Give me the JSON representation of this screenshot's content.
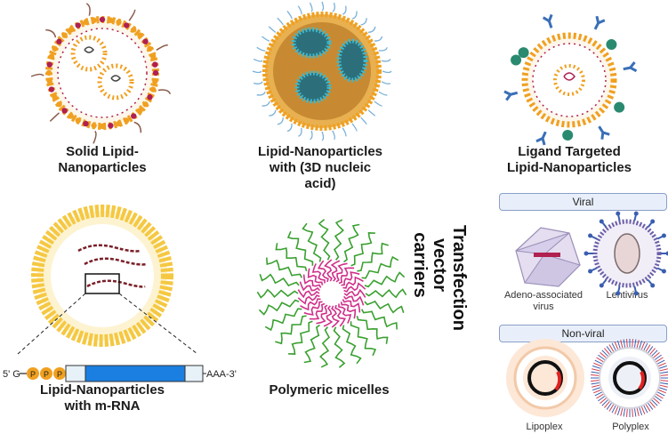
{
  "captions": {
    "solid_lnp": "Solid Lipid-\nNanoparticles",
    "lnp_3d": "Lipid-Nanoparticles\nwith (3D nucleic\nacid)",
    "ligand_lnp": "Ligand Targeted\nLipid-Nanoparticles",
    "lnp_mrna": "Lipid-Nanoparticles\nwith m-RNA",
    "micelles": "Polymeric micelles"
  },
  "transfection_title": "Transfection\nvector carriers",
  "viral": {
    "header": "Viral",
    "items": [
      "Adeno-associated\nvirus",
      "Lentivirus"
    ]
  },
  "non_viral": {
    "header": "Non-viral",
    "items": [
      "Lipoplex",
      "Polyplex"
    ]
  },
  "mrna_construct": {
    "five_prime": "5' G",
    "cap": [
      "P",
      "P",
      "P"
    ],
    "three_prime": "AAA-3'"
  },
  "colors": {
    "lipid_head": "#f0a020",
    "lipid_head_alt": "#b02050",
    "shell": "#f5c842",
    "cds": "#1a7fe0",
    "micelle_outer": "#3aa030",
    "micelle_inner": "#d0308a",
    "pill_bg": "#e9effa",
    "antibody": "#3a6fb8",
    "ligand": "#2a8a70"
  }
}
